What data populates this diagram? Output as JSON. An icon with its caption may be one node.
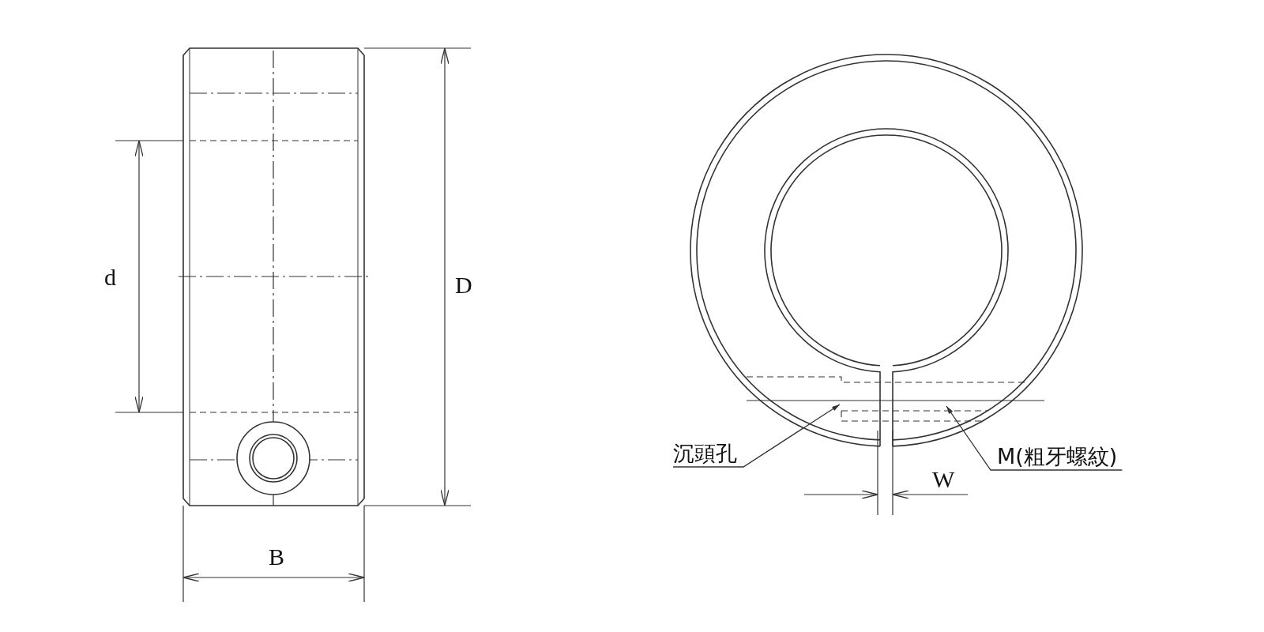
{
  "diagram": {
    "nodes": [
      {
        "text": [
          "沉頭孔"
        ]
      },
      {
        "text": [
          "M(粗牙螺紋)"
        ]
      }
    ],
    "edges": [
      {
        "from": 0,
        "to": null,
        "arrow": "to"
      },
      {
        "from": 1,
        "to": null,
        "arrow": "to"
      }
    ],
    "labels": [
      "d",
      "D",
      "B",
      "W"
    ]
  }
}
